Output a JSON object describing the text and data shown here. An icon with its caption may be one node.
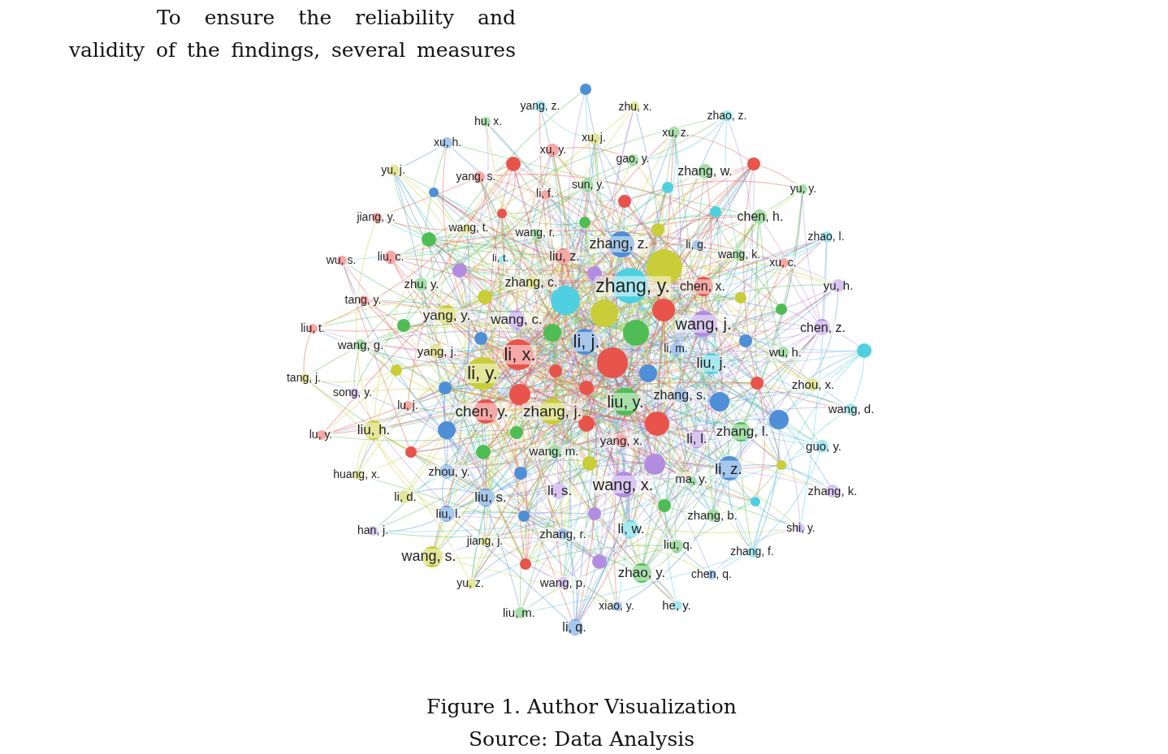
{
  "diagram": {
    "caption": "Figure 1. Author Visualization",
    "labels": [
      "To ensure the reliability and validity of the findings, several measures",
      "yang, z.",
      "zhu, x.",
      "zhao, z.",
      "hu, x.",
      "xu, z.",
      "xu, j.",
      "xu, h.",
      "xu, y.",
      "gao, y.",
      "yu, j.",
      "zhang, w.",
      "yang, s.",
      "sun, y.",
      "yu, y.",
      "li, f.",
      "chen, h.",
      "jiang, y.",
      "wang, t.",
      "wang, r.",
      "zhao, l.",
      "zhang, z.",
      "li, g.",
      "wang, k.",
      "liu, z.",
      "liu, c.",
      "li, t.",
      "wu, s.",
      "xu, c.",
      "zhang, c.",
      "zhu, y.",
      "yu, h.",
      "zhang, y.",
      "chen, x.",
      "tang, y.",
      "yang, y.",
      "wang, c.",
      "wang, j.",
      "chen, z.",
      "liu, t.",
      "li, j.",
      "wang, g.",
      "li, m.",
      "yang, j.",
      "wu, h.",
      "li, x.",
      "liu, j.",
      "li, y.",
      "tang, j.",
      "zhou, x.",
      "song, y.",
      "zhang, s.",
      "liu, y.",
      "lu, j.",
      "wang, d.",
      "chen, y.",
      "zhang, j.",
      "liu, h.",
      "zhang, l.",
      "lu, y.",
      "li, l.",
      "yang, x.",
      "guo, y.",
      "wang, m.",
      "li, z.",
      "zhou, y.",
      "huang, x.",
      "ma, y.",
      "wang, x.",
      "li, s.",
      "zhang, k.",
      "li, d.",
      "liu, s.",
      "liu, l.",
      "zhang, b.",
      "shi, y.",
      "li, w.",
      "han, j.",
      "zhang, r.",
      "jiang, j.",
      "liu, q.",
      "zhang, f.",
      "wang, s.",
      "zhao, y.",
      "chen, q.",
      "wang, p.",
      "yu, z.",
      "he, y.",
      "xiao, y.",
      "liu, m.",
      "li, q.",
      "Source: Data Analysis"
    ]
  }
}
